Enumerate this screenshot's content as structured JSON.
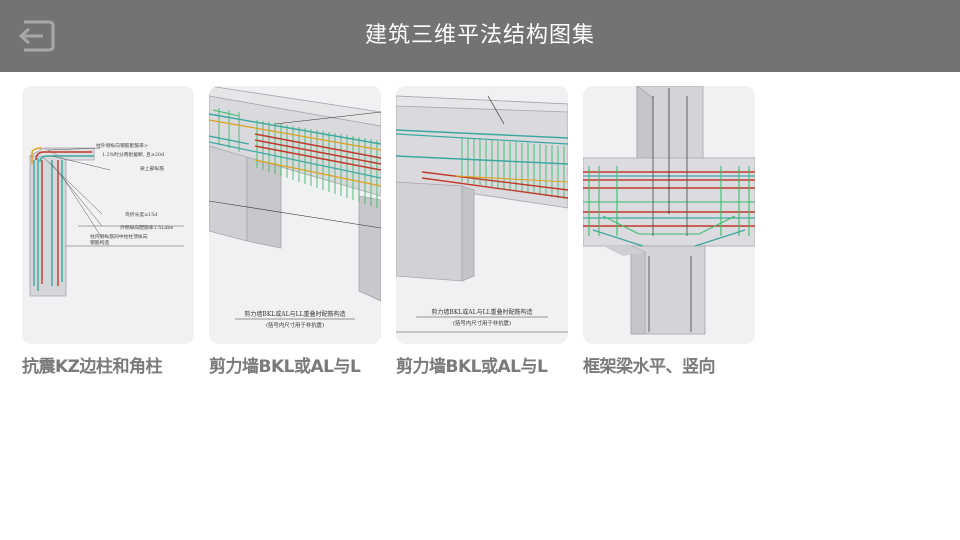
{
  "header": {
    "title": "建筑三维平法结构图集",
    "back_icon": "exit-arrow-icon"
  },
  "cards": [
    {
      "label": "抗震KZ边柱和角柱",
      "annotations": [
        "柱外侧纵向钢筋配筋率>",
        "1.2%时分两批截断, 且≥20d",
        "梁上部纵筋",
        "弯折长度≥15d",
        "外侧纵向配筋率1.5Labe",
        "柱内侧纵筋同中柱柱顶纵向",
        "钢筋构造"
      ]
    },
    {
      "label": "剪力墙BKL或AL与L",
      "caption": "剪力墙BKL或AL与LL重叠时配筋构造",
      "subcaption": "(括号内尺寸用于非抗震)"
    },
    {
      "label": "剪力墙BKL或AL与L",
      "caption": "剪力墙BKL或AL与LL重叠时配筋构造",
      "subcaption": "(括号内尺寸用于非抗震)"
    },
    {
      "label": "框架梁水平、竖向"
    }
  ],
  "colors": {
    "header_bg": "#737373",
    "label_text": "#7a7a7a",
    "rebar_red": "#c0392b",
    "rebar_teal": "#3aa8a0",
    "rebar_green": "#3dbb6a"
  }
}
